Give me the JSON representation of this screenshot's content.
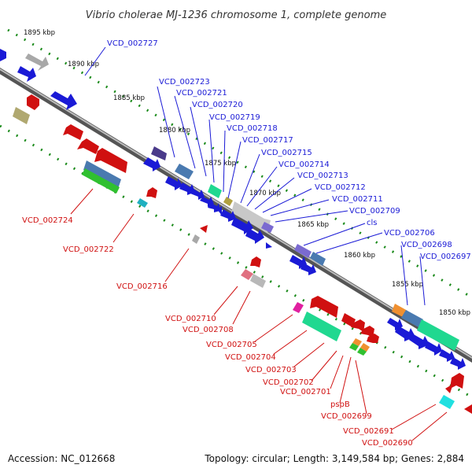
{
  "title": "Vibrio cholerae MJ-1236 chromosome 1, complete genome",
  "footer": {
    "accession": "Accession: NC_012668",
    "summary": "Topology: circular; Length: 3,149,584 bp; Genes: 2,884"
  },
  "kbp_ticks": [
    "1895 kbp",
    "1890 kbp",
    "1885 kbp",
    "1880 kbp",
    "1875 kbp",
    "1870 kbp",
    "1865 kbp",
    "1860 kbp",
    "1855 kbp",
    "1850 kbp"
  ],
  "forward_labels": [
    "VCD_002727",
    "VCD_002723",
    "VCD_002721",
    "VCD_002720",
    "VCD_002719",
    "VCD_002718",
    "VCD_002717",
    "VCD_002715",
    "VCD_002714",
    "VCD_002713",
    "VCD_002712",
    "VCD_002711",
    "VCD_002709",
    "cls",
    "VCD_002706",
    "VCD_002698",
    "VCD_002697"
  ],
  "reverse_labels": [
    "VCD_002724",
    "VCD_002722",
    "VCD_002716",
    "VCD_002710",
    "VCD_002708",
    "VCD_002705",
    "VCD_002704",
    "VCD_002703",
    "VCD_002702",
    "VCD_002701",
    "pspB",
    "VCD_002699",
    "VCD_002691",
    "VCD_002690"
  ],
  "colors": {
    "forward_strand": "#1a1ad6",
    "reverse_strand": "#d01010",
    "backbone": "#8a8a8a",
    "tick_dots": "#1a8a1a"
  }
}
